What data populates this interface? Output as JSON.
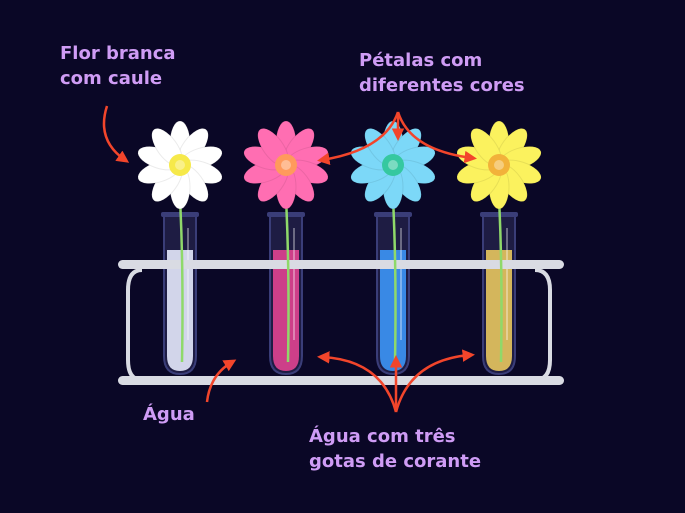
{
  "labels": {
    "white_flower": [
      "Flor branca",
      "com caule"
    ],
    "petals": [
      "Pétalas com",
      "diferentes cores"
    ],
    "water": "Água",
    "dyed_water": [
      "Água com três",
      "gotas de corante"
    ]
  },
  "tubes": [
    {
      "name": "tube-1",
      "petal_color": "#ffffff",
      "center_color": "#f6e94a",
      "liquid_color": "#e6e8f2"
    },
    {
      "name": "tube-2",
      "petal_color": "#ff6eb2",
      "center_color": "#ff9a5c",
      "liquid_color": "#e0317c"
    },
    {
      "name": "tube-3",
      "petal_color": "#7cd8f8",
      "center_color": "#35c8a0",
      "liquid_color": "#2b8bec"
    },
    {
      "name": "tube-4",
      "petal_color": "#fbf25e",
      "center_color": "#f2b23a",
      "liquid_color": "#e8c345"
    }
  ],
  "colors": {
    "background": "#0a0726",
    "label": "#cf9cf5",
    "arrow": "#f2452b",
    "rack": "#d9dbe3",
    "stem": "#8fd96a"
  }
}
